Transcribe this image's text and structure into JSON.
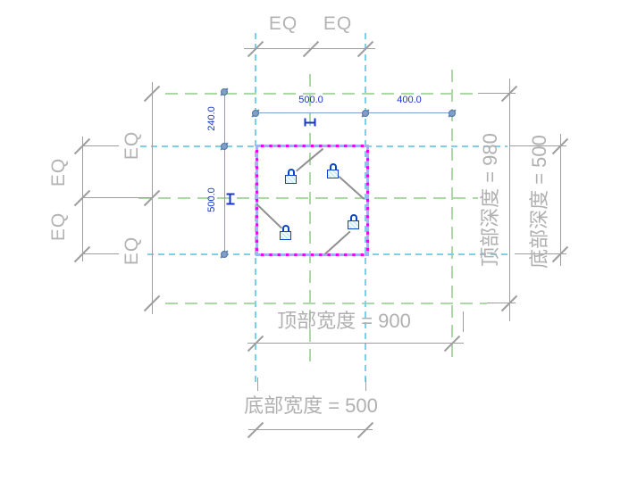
{
  "view": {
    "type": "revit-family-editor-canvas",
    "background": "#ffffff"
  },
  "eq_dims": {
    "top": {
      "labels": [
        "EQ",
        "EQ"
      ]
    },
    "left_outer": {
      "labels": [
        "EQ",
        "EQ"
      ]
    },
    "left_inner": {
      "labels": [
        "EQ",
        "EQ"
      ]
    }
  },
  "temp_dims": {
    "top_left_segment": "500.0",
    "top_right_segment": "400.0",
    "left_top_segment": "240.0",
    "left_bottom_segment": "500.0"
  },
  "perm_dims": {
    "top_width": "顶部宽度 = 900",
    "bottom_width": "底部宽度 = 500",
    "top_depth": "顶部深度 = 980",
    "bottom_depth": "底部深度 = 500"
  },
  "colors": {
    "selection_magenta": "#f000f0",
    "reference_plane_cyan": "#7cd1e6",
    "reference_line_green": "#abd8a5",
    "temp_dim_blue": "#1834cd",
    "perm_dim_gray": "#b0b0b0",
    "lock_blue": "#0a46c8"
  }
}
